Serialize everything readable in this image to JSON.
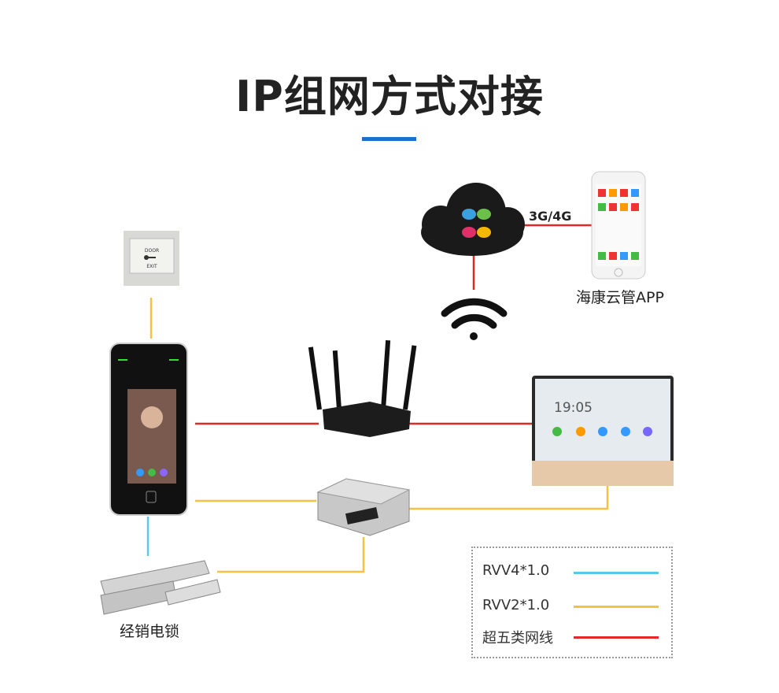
{
  "title": "IP组网方式对接",
  "accent_color": "#1f6fd1",
  "wire_colors": {
    "rvv4": "#5bc8e8",
    "rvv2": "#f5c242",
    "cat5e": "#e02a2a"
  },
  "nodes": {
    "exit_button": {
      "text_lines": [
        "DOOR",
        "EXIT"
      ],
      "icon": "key-icon"
    },
    "cloud": {
      "icon": "cloud-icon",
      "link_label": "3G/4G"
    },
    "phone": {
      "label": "海康云管APP"
    },
    "wifi": {
      "icon": "wifi-icon"
    },
    "router": {
      "icon": "router-icon"
    },
    "monitor": {
      "time": "19:05"
    },
    "power_supply": {
      "icon": "power-supply-icon"
    },
    "terminal": {
      "icon": "face-terminal-icon"
    },
    "lock": {
      "label": "经销电锁"
    }
  },
  "legend": [
    {
      "label": "RVV4*1.0",
      "color": "#5bc8e8"
    },
    {
      "label": "RVV2*1.0",
      "color": "#f5c242"
    },
    {
      "label": "超五类网线",
      "color": "#e02a2a"
    }
  ]
}
